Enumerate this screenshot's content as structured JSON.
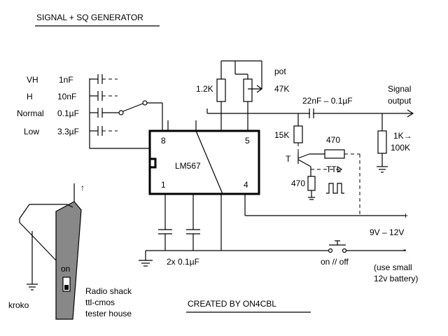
{
  "title": "SIGNAL + SQ  GENERATOR",
  "credit": "CREATED  BY  ON4CBL",
  "ranges": [
    {
      "name": "VH",
      "cap": "1nF"
    },
    {
      "name": "H",
      "cap": "10nF"
    },
    {
      "name": "Normal",
      "cap": "0.1µF"
    },
    {
      "name": "Low",
      "cap": "3.3µF"
    }
  ],
  "ic": {
    "name": "LM567",
    "pin8": "8",
    "pin5": "5",
    "pin1": "1",
    "pin4": "4"
  },
  "components": {
    "r_top": "1.2K",
    "pot_label": "pot",
    "pot_value": "47K",
    "coupling_cap": "22nF – 0.1µF",
    "r_base": "15K",
    "transistor": "T",
    "r_collector": "470",
    "r_emitter": "470",
    "ttl": "TTL",
    "output_line1": "Signal",
    "output_line2": "output",
    "load_line1": "1K→",
    "load_line2": "100K",
    "supply_caps": "2x 0.1µF"
  },
  "power": {
    "plus": "+",
    "minus": "-",
    "voltage": "9V – 12V",
    "switch": "on // off",
    "battery_line1": "(use small",
    "battery_line2": "12v battery)"
  },
  "probe": {
    "on_label": "on",
    "house_line1": "Radio shack",
    "house_line2": "ttl-cmos",
    "house_line3": "tester house",
    "clip": "kroko",
    "arrow": "↑"
  }
}
